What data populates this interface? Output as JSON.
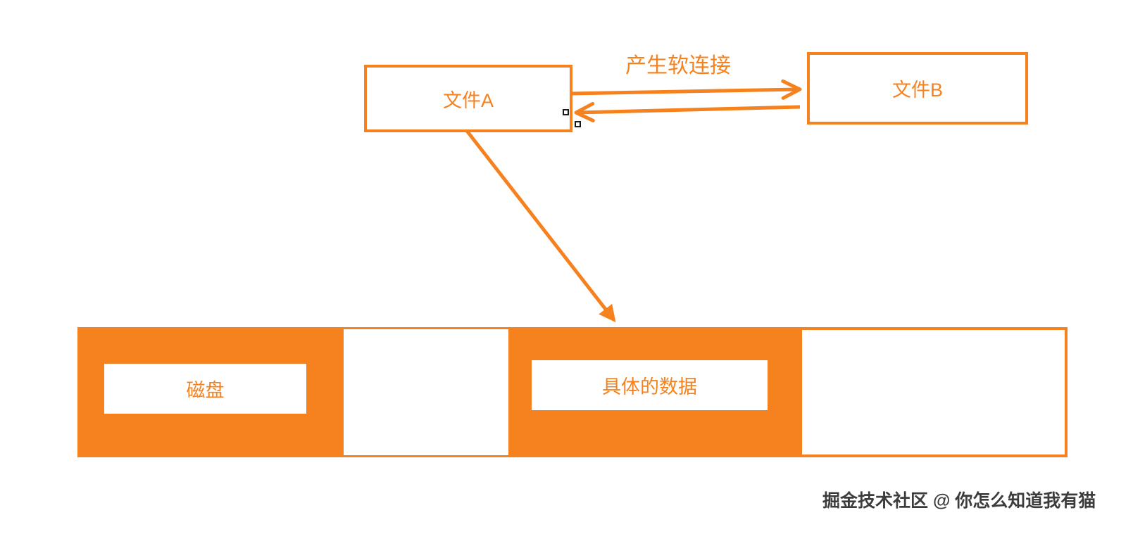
{
  "diagram": {
    "file_a_label": "文件A",
    "file_b_label": "文件B",
    "link_label": "产生软连接",
    "disk_label": "磁盘",
    "data_label": "具体的数据",
    "watermark": "掘金技术社区 @ 你怎么知道我有猫"
  },
  "colors": {
    "accent_orange": "#F5821F",
    "watermark_gray": "#3c3c3c",
    "background": "#ffffff"
  }
}
